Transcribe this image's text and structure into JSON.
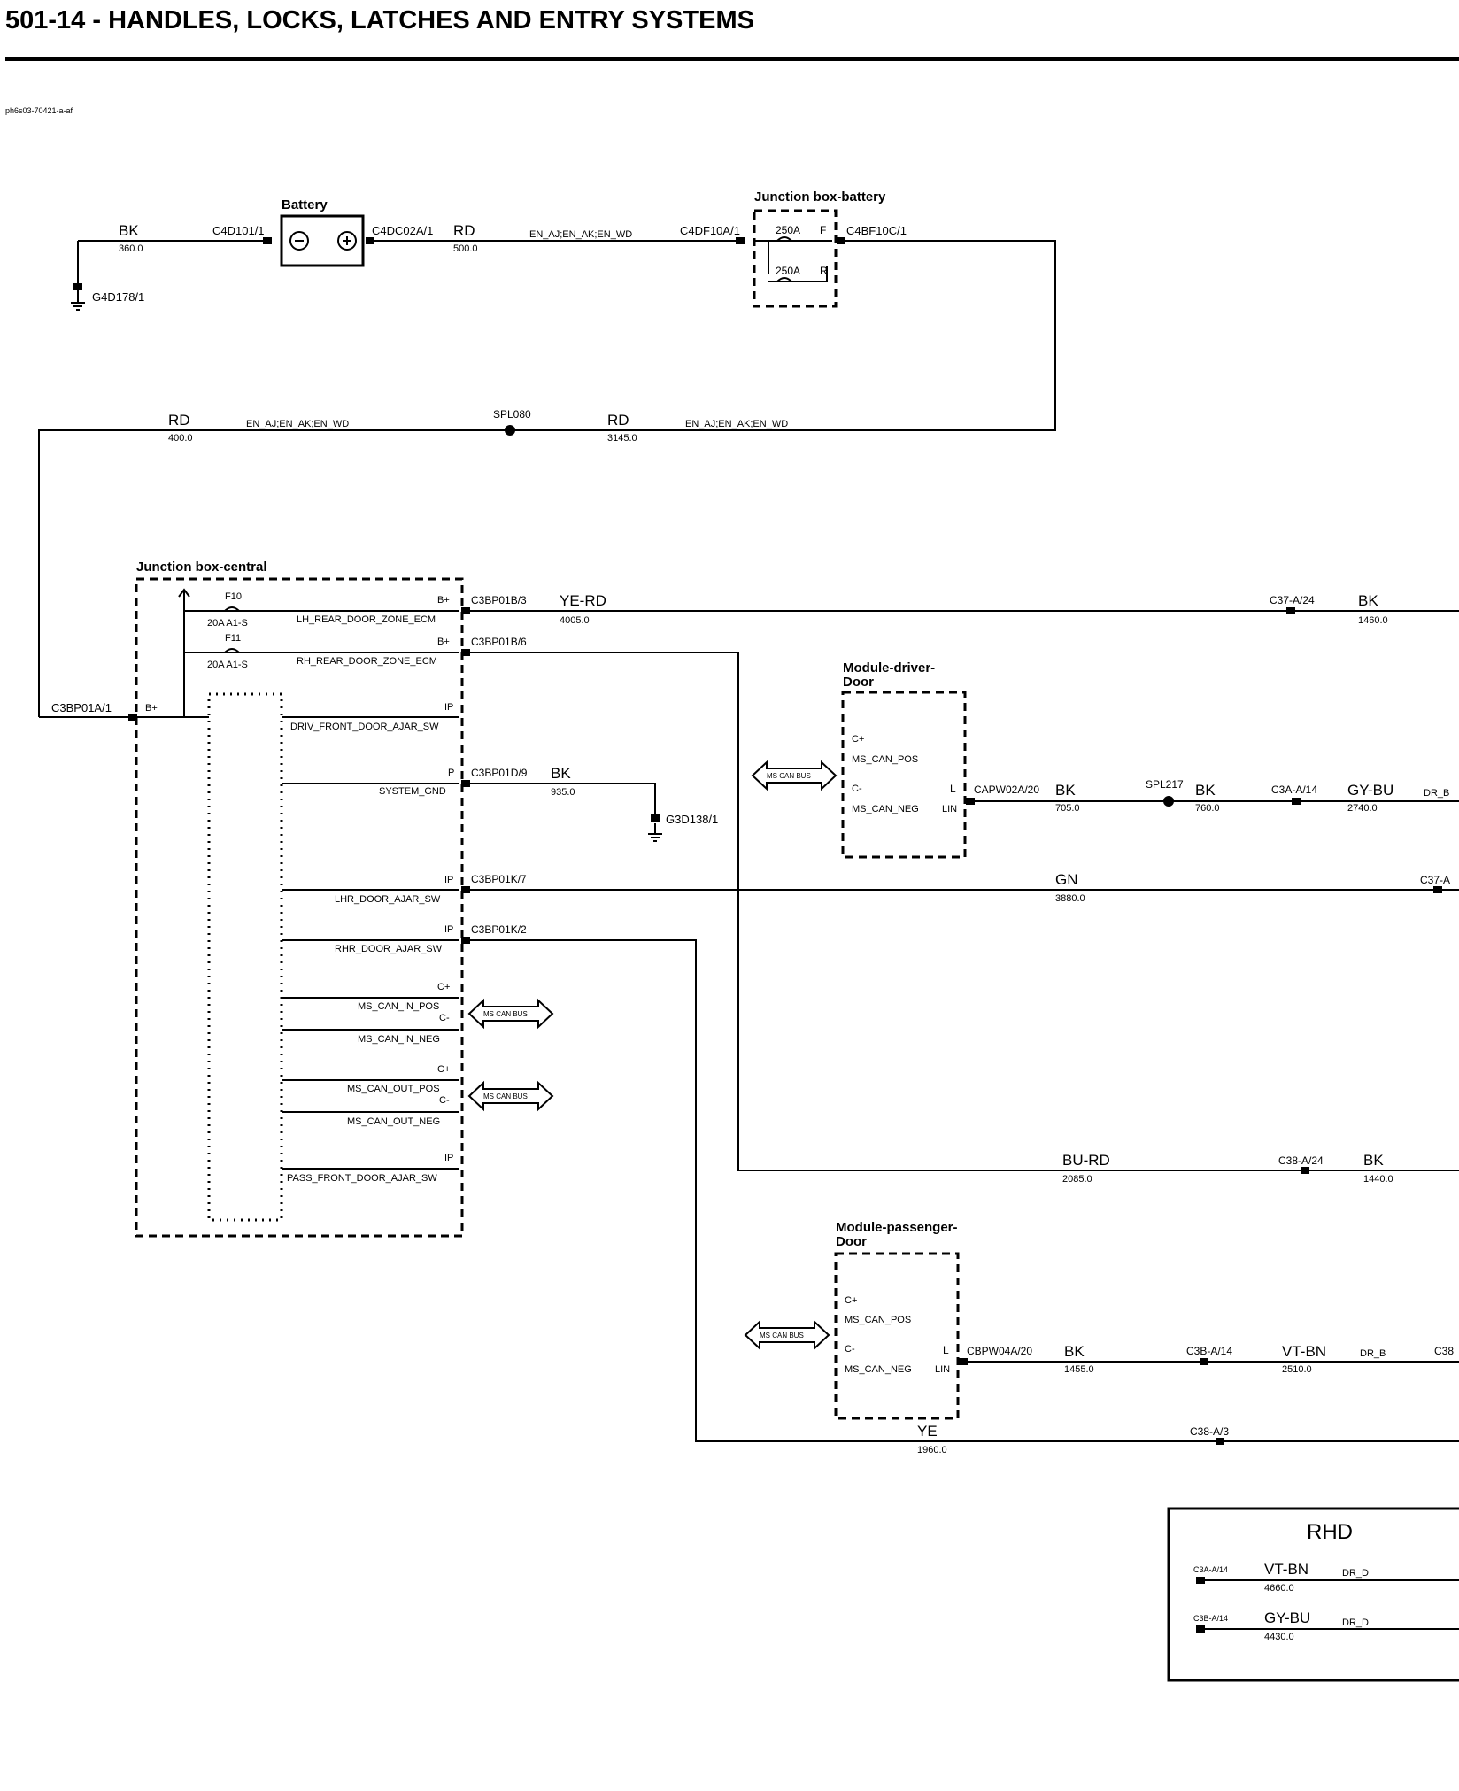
{
  "header": {
    "title": "501-14 - HANDLES, LOCKS, LATCHES AND ENTRY SYSTEMS",
    "doc_id": "ph6s03-70421-a-af"
  },
  "components": {
    "battery": "Battery",
    "junction_box_battery": "Junction box-battery",
    "junction_box_central": "Junction box-central",
    "module_driver_door": [
      "Module-driver-",
      "Door"
    ],
    "module_passenger_door": [
      "Module-passenger-",
      "Door"
    ],
    "rhd_box": "RHD"
  },
  "connectors": {
    "c4d101": "C4D101/1",
    "c4dc02a": "C4DC02A/1",
    "c4df10a": "C4DF10A/1",
    "c4bf10c": "C4BF10C/1",
    "g4d178": "G4D178/1",
    "spl080": "SPL080",
    "c3bp01a": "C3BP01A/1",
    "c3bp01b3": "C3BP01B/3",
    "c3bp01b6": "C3BP01B/6",
    "c3bp01d9": "C3BP01D/9",
    "g3d138": "G3D138/1",
    "c3bp01k7": "C3BP01K/7",
    "c3bp01k2": "C3BP01K/2",
    "c37_a24": "C37-A/24",
    "c37_a": "C37-A",
    "capw02a": "CAPW02A/20",
    "spl217": "SPL217",
    "c3a_a14": "C3A-A/14",
    "c38_a24": "C38-A/24",
    "cbpw04a": "CBPW04A/20",
    "c3b_a14": "C3B-A/14",
    "c38_a3": "C38-A/3",
    "c38": "C38",
    "dr_b": "DR_B"
  },
  "wires": {
    "bk_360": {
      "color": "BK",
      "length": "360.0"
    },
    "rd_500": {
      "color": "RD",
      "length": "500.0"
    },
    "rd_400": {
      "color": "RD",
      "length": "400.0"
    },
    "rd_3145": {
      "color": "RD",
      "length": "3145.0"
    },
    "yerd_4005": {
      "color": "YE-RD",
      "length": "4005.0"
    },
    "bk_1460": {
      "color": "BK",
      "length": "1460.0"
    },
    "bk_935": {
      "color": "BK",
      "length": "935.0"
    },
    "bk_705": {
      "color": "BK",
      "length": "705.0"
    },
    "bk_760": {
      "color": "BK",
      "length": "760.0"
    },
    "gybu_2740": {
      "color": "GY-BU",
      "length": "2740.0"
    },
    "gn_3880": {
      "color": "GN",
      "length": "3880.0"
    },
    "burd_2085": {
      "color": "BU-RD",
      "length": "2085.0"
    },
    "bk_1440": {
      "color": "BK",
      "length": "1440.0"
    },
    "bk_1455": {
      "color": "BK",
      "length": "1455.0"
    },
    "vtbn_2510": {
      "color": "VT-BN",
      "length": "2510.0"
    },
    "ye_1960": {
      "color": "YE",
      "length": "1960.0"
    }
  },
  "labels": {
    "variant": "EN_AJ;EN_AK;EN_WD",
    "fuse_250a": "250A",
    "fuse_f": "F",
    "fuse_r": "R",
    "f10": "F10",
    "f11": "F11",
    "fuse_20a": "20A  A1-S",
    "b_plus": "B+",
    "lh_rear": "LH_REAR_DOOR_ZONE_ECM",
    "rh_rear": "RH_REAR_DOOR_ZONE_ECM",
    "ip": "IP",
    "p": "P",
    "driv_front": "DRIV_FRONT_DOOR_AJAR_SW",
    "system_gnd": "SYSTEM_GND",
    "lhr_door": "LHR_DOOR_AJAR_SW",
    "rhr_door": "RHR_DOOR_AJAR_SW",
    "c_plus": "C+",
    "c_minus": "C-",
    "ms_can_in_pos": "MS_CAN_IN_POS",
    "ms_can_in_neg": "MS_CAN_IN_NEG",
    "ms_can_out_pos": "MS_CAN_OUT_POS",
    "ms_can_out_neg": "MS_CAN_OUT_NEG",
    "pass_front": "PASS_FRONT_DOOR_AJAR_SW",
    "ms_can_bus": "MS CAN BUS",
    "ms_can_pos": "MS_CAN_POS",
    "ms_can_neg": "MS_CAN_NEG",
    "pin_l": "L",
    "pin_lin": "LIN"
  },
  "rhd": {
    "row1": {
      "connector": "C3A-A/14",
      "color": "VT-BN",
      "length": "4660.0",
      "dest": "DR_D"
    },
    "row2": {
      "connector": "C3B-A/14",
      "color": "GY-BU",
      "length": "4430.0",
      "dest": "DR_D"
    }
  }
}
